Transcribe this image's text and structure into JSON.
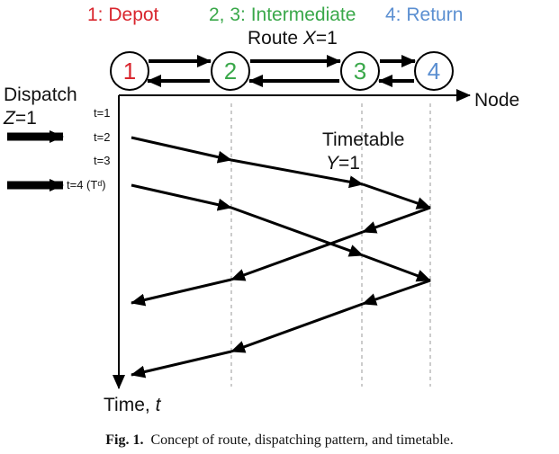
{
  "legend": {
    "depot": "1: Depot",
    "intermediate": "2, 3: Intermediate",
    "return": "4: Return",
    "colors": {
      "depot": "#d9262e",
      "intermediate": "#3aa84a",
      "return": "#5b8fd1"
    }
  },
  "route": {
    "prefix": "Route ",
    "var": "X",
    "suffix": "=1"
  },
  "nodes": [
    {
      "label": "1",
      "color": "#d9262e"
    },
    {
      "label": "2",
      "color": "#3aa84a"
    },
    {
      "label": "3",
      "color": "#3aa84a"
    },
    {
      "label": "4",
      "color": "#5b8fd1"
    }
  ],
  "axis": {
    "x_label": "Node",
    "y_label_prefix": "Time, ",
    "y_label_var": "t"
  },
  "dispatch": {
    "title": "Dispatch",
    "var": "Z",
    "suffix": "=1"
  },
  "timetable": {
    "title": "Timetable",
    "var": "Y",
    "suffix": "=1"
  },
  "time_labels": [
    "t=1",
    "t=2",
    "t=3",
    "t=4 (Tᵈ)"
  ],
  "caption": {
    "bold": "Fig. 1.",
    "text": "Concept of route, dispatching pattern, and timetable."
  }
}
